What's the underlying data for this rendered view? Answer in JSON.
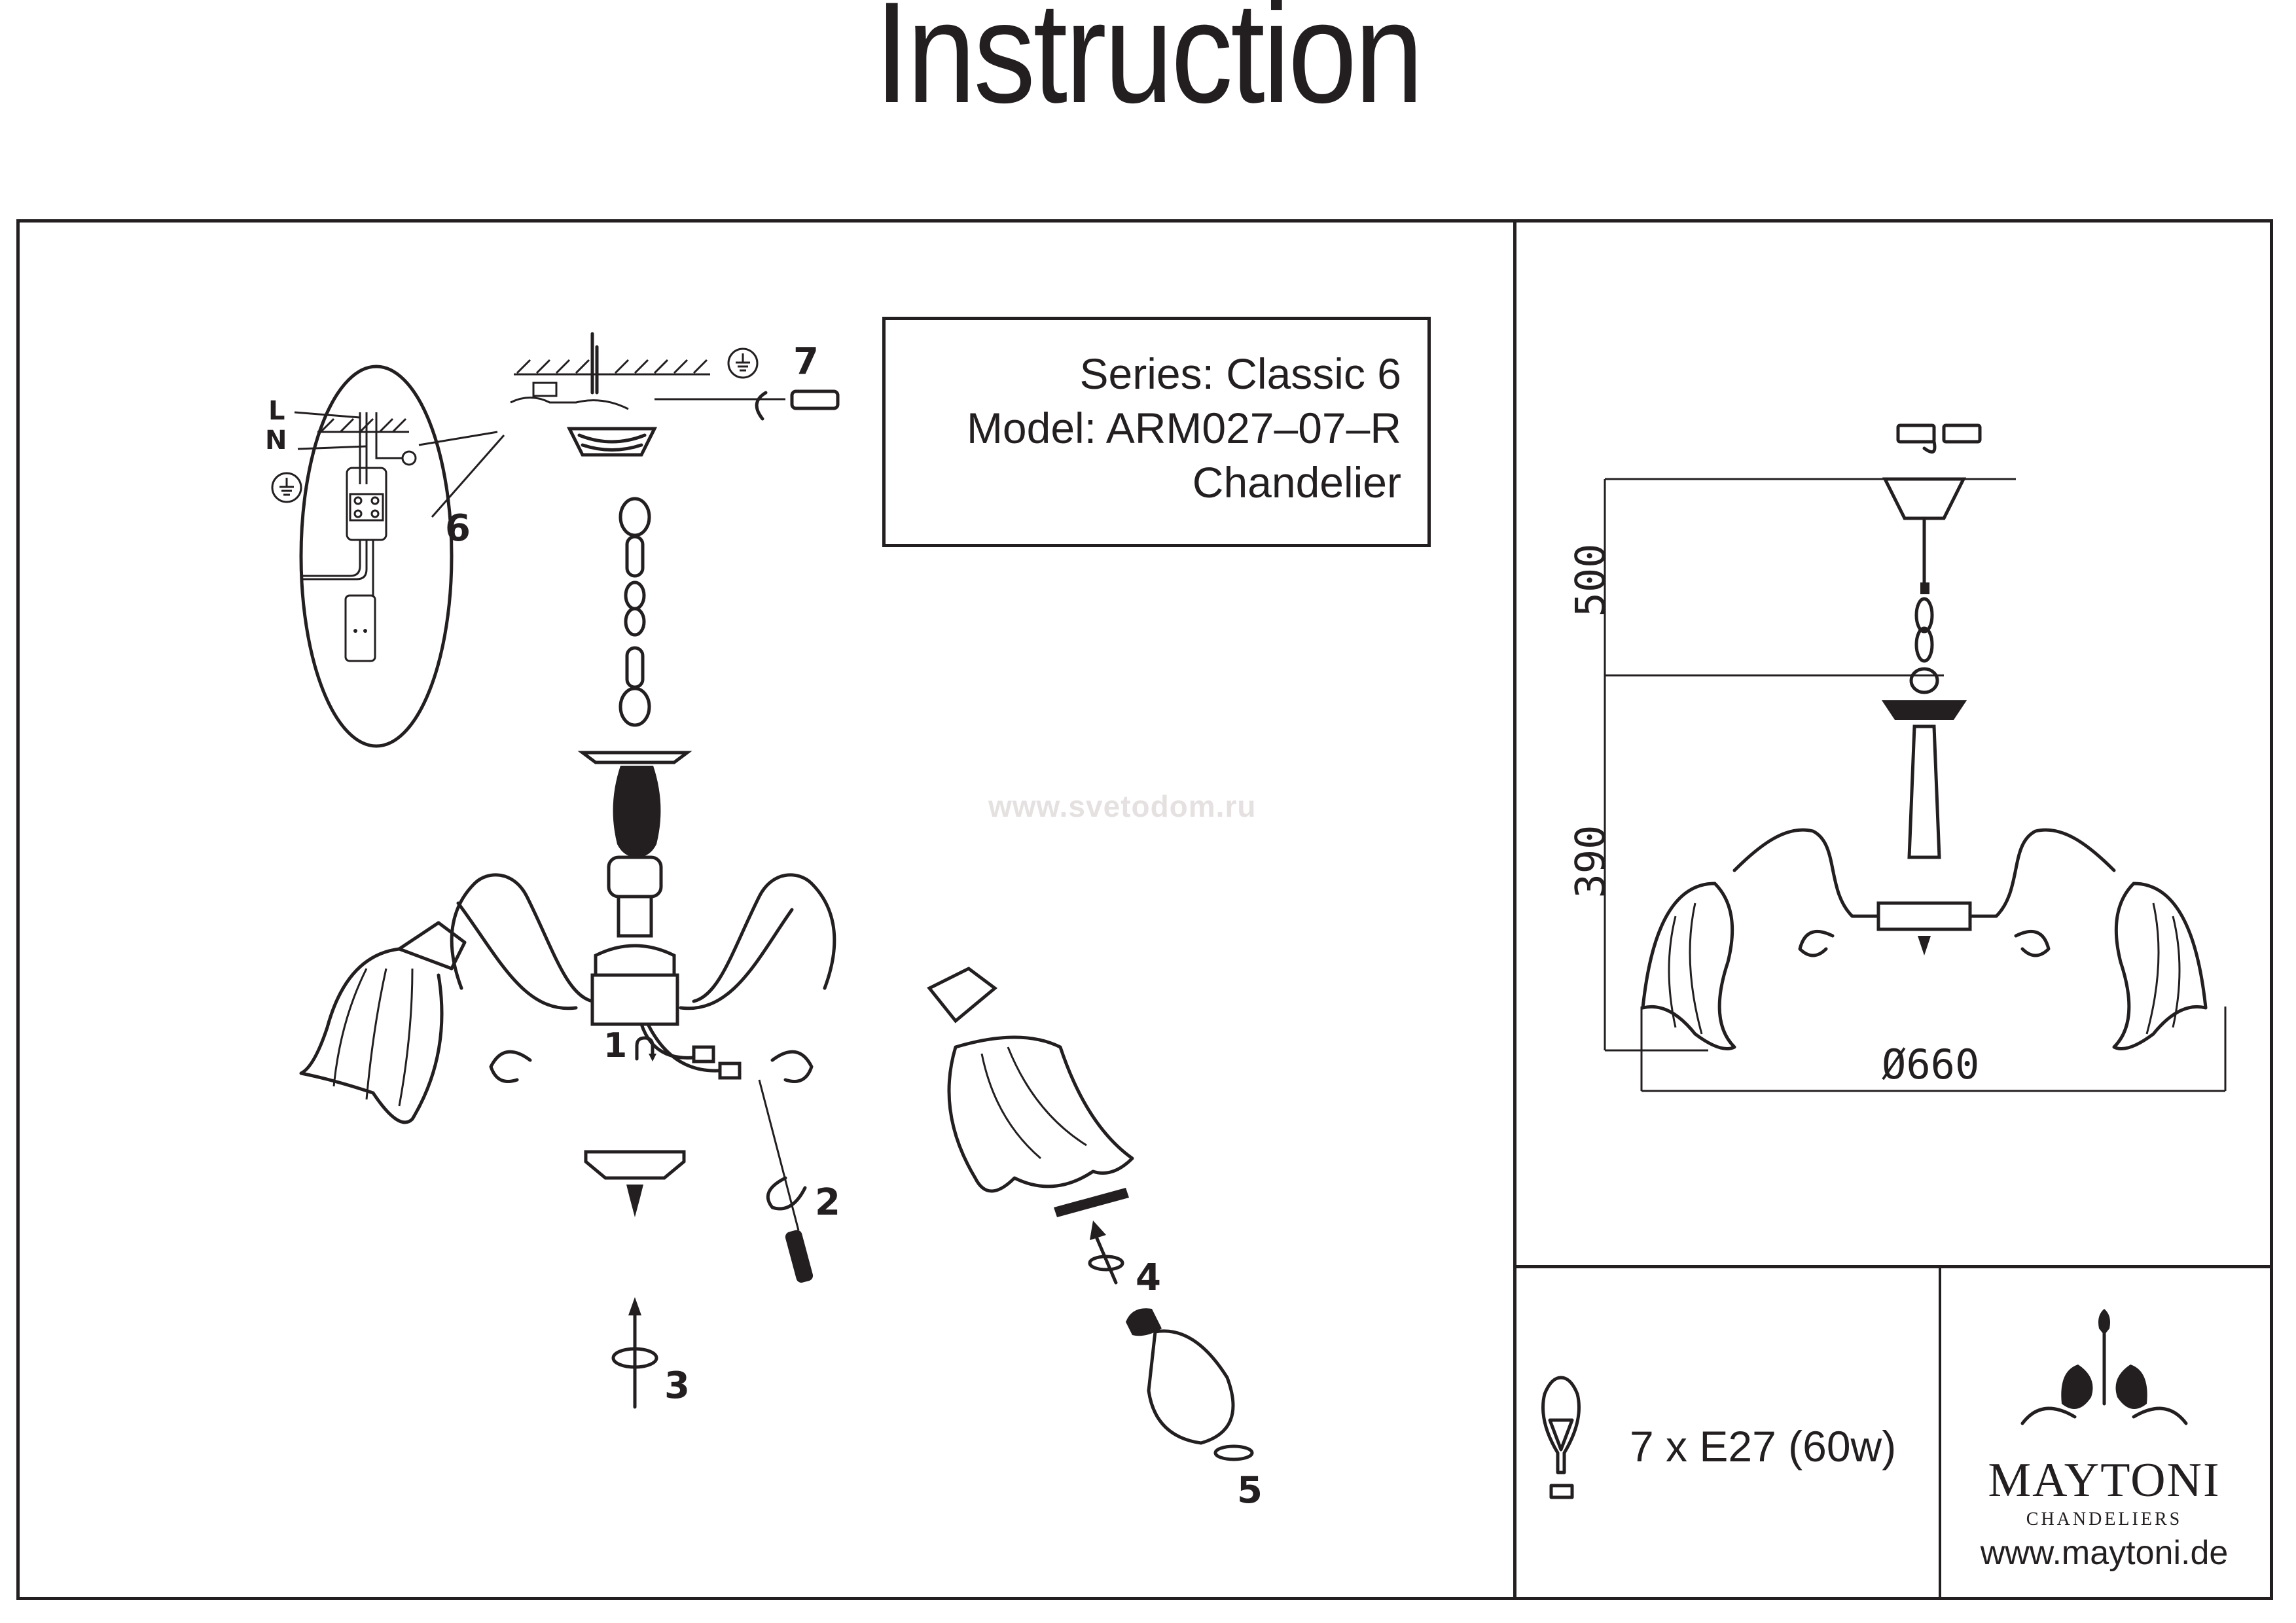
{
  "page": {
    "title": "Instruction",
    "watermark": "www.svetodom.ru"
  },
  "product": {
    "series": "Series: Classic 6",
    "model": "Model: ARM027–07–R",
    "type": "Chandelier"
  },
  "assembly": {
    "steps": [
      "1",
      "2",
      "3",
      "4",
      "5",
      "6",
      "7"
    ],
    "wiring_labels": {
      "live": "L",
      "neutral": "N"
    },
    "icons": [
      "ground-icon",
      "screwdriver-icon",
      "rotate-arrow-icon",
      "light-bulb-icon",
      "chain-icon",
      "ceiling-canopy-icon",
      "terminal-block-icon"
    ]
  },
  "dimensions": {
    "chain_length": "500",
    "body_height": "390",
    "diameter": "Ø660",
    "unit": "mm"
  },
  "lamp_spec": {
    "text": "7 x E27 (60w)",
    "count": 7,
    "socket": "E27",
    "wattage": "60w"
  },
  "brand": {
    "name": "MAYTONI",
    "subtitle": "CHANDELIERS",
    "url": "www.maytoni.de"
  },
  "colors": {
    "ink": "#231f20",
    "watermark": "#e6e1e1",
    "paper": "#ffffff"
  }
}
